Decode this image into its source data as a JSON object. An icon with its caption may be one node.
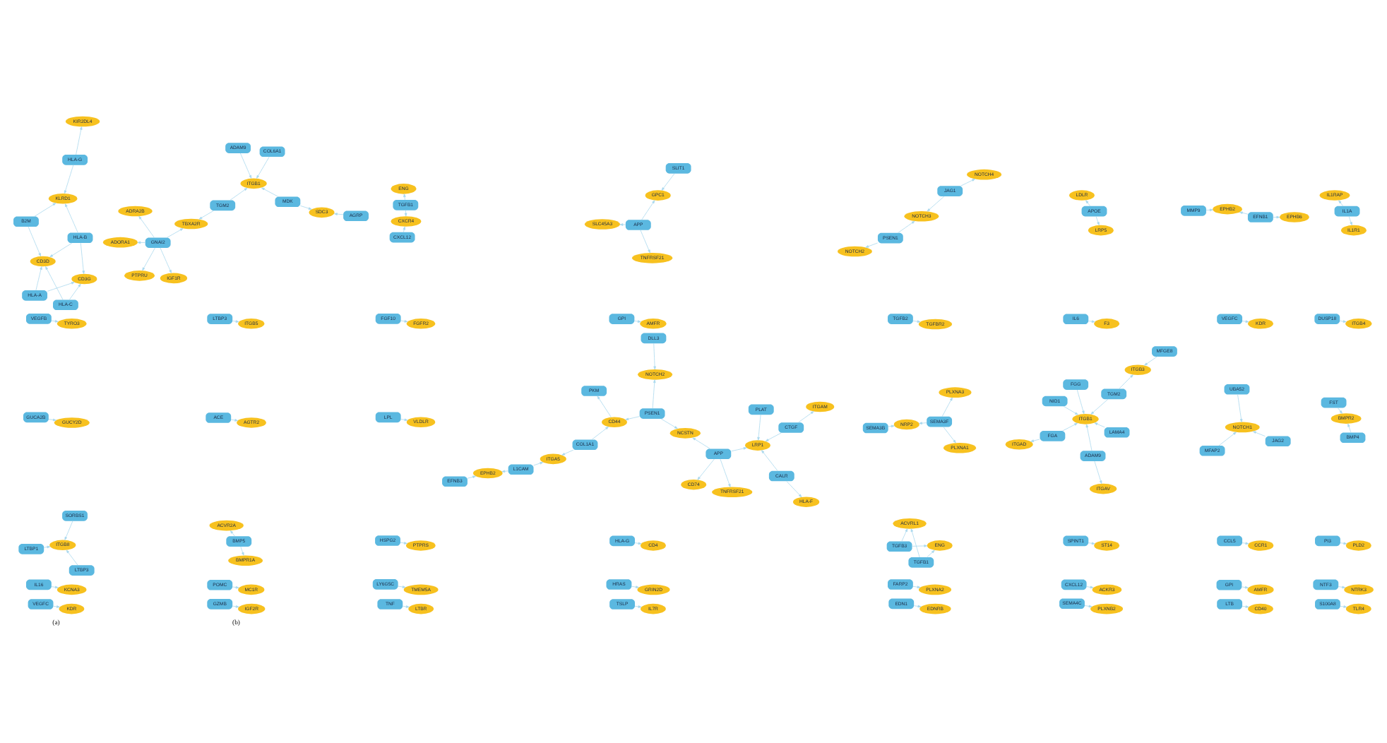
{
  "diagram": {
    "nodes": [
      {
        "text": [
          "KIR2DL4"
        ]
      },
      {
        "text": [
          "HLA-G"
        ]
      },
      {
        "text": [
          "ADAM9"
        ]
      },
      {
        "text": [
          "COL6A1"
        ]
      },
      {
        "text": [
          "KLRD1"
        ]
      },
      {
        "text": [
          "B2M"
        ]
      },
      {
        "text": [
          "PTPRU"
        ]
      },
      {
        "text": [
          "TGM2"
        ]
      },
      {
        "text": [
          "ITGB1"
        ]
      },
      {
        "text": [
          "HLA-B"
        ]
      },
      {
        "text": [
          "CD3D"
        ]
      },
      {
        "text": [
          "ADRA2B"
        ]
      },
      {
        "text": [
          "GNAI2"
        ]
      },
      {
        "text": [
          "TBXA2R"
        ]
      },
      {
        "text": [
          "MDK"
        ]
      },
      {
        "text": [
          "SDC3"
        ]
      },
      {
        "text": [
          "HLA-A"
        ]
      },
      {
        "text": [
          "HLA-C"
        ]
      },
      {
        "text": [
          "IGF1R"
        ]
      },
      {
        "text": [
          "ADORA1"
        ]
      },
      {
        "text": [
          "CD3G"
        ]
      },
      {
        "text": [
          "AGRP"
        ]
      },
      {
        "text": [
          "CXCL12"
        ]
      },
      {
        "text": [
          "SLC45A3"
        ]
      },
      {
        "text": [
          "NOTCH2"
        ]
      },
      {
        "text": [
          "NOTCH4"
        ]
      },
      {
        "text": [
          "CXCR4"
        ]
      },
      {
        "text": [
          "PSEN1"
        ]
      },
      {
        "text": [
          "JAG1"
        ]
      },
      {
        "text": [
          "NOTCH3"
        ]
      },
      {
        "text": [
          "APP"
        ]
      },
      {
        "text": [
          "TNFRSF21"
        ]
      },
      {
        "text": [
          "TGFB1"
        ]
      },
      {
        "text": [
          "LDLR"
        ]
      },
      {
        "text": [
          "GPC1"
        ]
      },
      {
        "text": [
          "APOE"
        ]
      },
      {
        "text": [
          "MMP9"
        ]
      },
      {
        "text": [
          "IL1RAP"
        ]
      },
      {
        "text": [
          "ENG"
        ]
      },
      {
        "text": [
          "EPHB6"
        ]
      },
      {
        "text": [
          "EFNB1"
        ]
      },
      {
        "text": [
          "EPHB2"
        ]
      },
      {
        "text": [
          "SLIT1"
        ]
      },
      {
        "text": [
          "LRP5"
        ]
      },
      {
        "text": [
          "IL1A"
        ]
      },
      {
        "text": [
          "IL1R1"
        ]
      },
      {
        "text": [
          "VEGFB"
        ]
      },
      {
        "text": [
          "LTBP3"
        ]
      },
      {
        "text": [
          "FGF10"
        ]
      },
      {
        "text": [
          "GPI"
        ]
      },
      {
        "text": [
          "TGFB2"
        ]
      },
      {
        "text": [
          "IL6"
        ]
      },
      {
        "text": [
          "VEGFC"
        ]
      },
      {
        "text": [
          "DUSP18"
        ]
      },
      {
        "text": [
          "GUCA2B"
        ]
      },
      {
        "text": [
          "ACE"
        ]
      },
      {
        "text": [
          "LPL"
        ]
      },
      {
        "text": [
          "TYRO3"
        ]
      },
      {
        "text": [
          "ITGB5"
        ]
      },
      {
        "text": [
          "FGFR2"
        ]
      },
      {
        "text": [
          "AMFR"
        ]
      },
      {
        "text": [
          "TGFBR2"
        ]
      },
      {
        "text": [
          "F3"
        ]
      },
      {
        "text": [
          "KDR"
        ]
      },
      {
        "text": [
          "ITGB4"
        ]
      },
      {
        "text": [
          "GUCY2D"
        ]
      },
      {
        "text": [
          "AGTR2"
        ]
      },
      {
        "text": [
          "VLDLR"
        ]
      },
      {
        "text": [
          "EFNB3"
        ]
      },
      {
        "text": [
          "ITGAM"
        ]
      },
      {
        "text": [
          "L1CAM"
        ]
      },
      {
        "text": [
          "EPHB2"
        ]
      },
      {
        "text": [
          "HLA-F"
        ]
      },
      {
        "text": [
          "CTGF"
        ]
      },
      {
        "text": [
          "APP"
        ]
      },
      {
        "text": [
          "LRP1"
        ]
      },
      {
        "text": [
          "COL1A1"
        ]
      },
      {
        "text": [
          "ITGA5"
        ]
      },
      {
        "text": [
          "CD74"
        ]
      },
      {
        "text": [
          "PSEN1"
        ]
      },
      {
        "text": [
          "NCSTN"
        ]
      },
      {
        "text": [
          "CD44"
        ]
      },
      {
        "text": [
          "PKM"
        ]
      },
      {
        "text": [
          "TNFRSF21"
        ]
      },
      {
        "text": [
          "CALR"
        ]
      },
      {
        "text": [
          "PLAT"
        ]
      },
      {
        "text": [
          "NOTCH2"
        ]
      },
      {
        "text": [
          "SEMA3B"
        ]
      },
      {
        "text": [
          "ITGAD"
        ]
      },
      {
        "text": [
          "DLL3"
        ]
      },
      {
        "text": [
          "NRP2"
        ]
      },
      {
        "text": [
          "PLXNA1"
        ]
      },
      {
        "text": [
          "MFGE8"
        ]
      },
      {
        "text": [
          "FGA"
        ]
      },
      {
        "text": [
          "NID1"
        ]
      },
      {
        "text": [
          "SEMA3F"
        ]
      },
      {
        "text": [
          "MFAP2"
        ]
      },
      {
        "text": [
          "ITGB3"
        ]
      },
      {
        "text": [
          "TGM2"
        ]
      },
      {
        "text": [
          "ITGB1"
        ]
      },
      {
        "text": [
          "LAMA4"
        ]
      },
      {
        "text": [
          "FST"
        ]
      },
      {
        "text": [
          "PLXNA3"
        ]
      },
      {
        "text": [
          "JAG2"
        ]
      },
      {
        "text": [
          "NOTCH1"
        ]
      },
      {
        "text": [
          "FGG"
        ]
      },
      {
        "text": [
          "BMPR2"
        ]
      },
      {
        "text": [
          "ADAM9"
        ]
      },
      {
        "text": [
          "UBA52"
        ]
      },
      {
        "text": [
          "BMP4"
        ]
      },
      {
        "text": [
          "ITGAV"
        ]
      },
      {
        "text": [
          "LTBP1"
        ]
      },
      {
        "text": [
          "ITGB8"
        ]
      },
      {
        "text": [
          "LTBP3"
        ]
      },
      {
        "text": [
          "ACVR2A"
        ]
      },
      {
        "text": [
          "HSPG2"
        ]
      },
      {
        "text": [
          "HLA-G"
        ]
      },
      {
        "text": [
          "TGFB3"
        ]
      },
      {
        "text": [
          "ENG"
        ]
      },
      {
        "text": [
          "BMP5"
        ]
      },
      {
        "text": [
          "SORBS1"
        ]
      },
      {
        "text": [
          "BMPR1A"
        ]
      },
      {
        "text": [
          "PTPRS"
        ]
      },
      {
        "text": [
          "CD4"
        ]
      },
      {
        "text": [
          "TGFB1"
        ]
      },
      {
        "text": [
          "ACVRL1"
        ]
      },
      {
        "text": [
          "SPINT1"
        ]
      },
      {
        "text": [
          "CCL5"
        ]
      },
      {
        "text": [
          "PI3"
        ]
      },
      {
        "text": [
          "IL16"
        ]
      },
      {
        "text": [
          "POMC"
        ]
      },
      {
        "text": [
          "LY6G5C"
        ]
      },
      {
        "text": [
          "HRAS"
        ]
      },
      {
        "text": [
          "FARP2"
        ]
      },
      {
        "text": [
          "CXCL12"
        ]
      },
      {
        "text": [
          "GPI"
        ]
      },
      {
        "text": [
          "ST14"
        ]
      },
      {
        "text": [
          "CCR1"
        ]
      },
      {
        "text": [
          "PLD2"
        ]
      },
      {
        "text": [
          "KCNA3"
        ]
      },
      {
        "text": [
          "MC1R"
        ]
      },
      {
        "text": [
          "TMEM5A"
        ]
      },
      {
        "text": [
          "GRIN2D"
        ]
      },
      {
        "text": [
          "PLXNA2"
        ]
      },
      {
        "text": [
          "ACKR3"
        ]
      },
      {
        "text": [
          "AMFR"
        ]
      },
      {
        "text": [
          "NTF3"
        ]
      },
      {
        "text": [
          "VEGFC"
        ]
      },
      {
        "text": [
          "GZMB"
        ]
      },
      {
        "text": [
          "TNF"
        ]
      },
      {
        "text": [
          "TSLP"
        ]
      },
      {
        "text": [
          "EDN1"
        ]
      },
      {
        "text": [
          "SEMA4C"
        ]
      },
      {
        "text": [
          "LTB"
        ]
      },
      {
        "text": [
          "S100A8"
        ]
      },
      {
        "text": [
          "NTRK3"
        ]
      },
      {
        "text": [
          "KDR"
        ]
      },
      {
        "text": [
          "IGF2R"
        ]
      },
      {
        "text": [
          "LTBR"
        ]
      },
      {
        "text": [
          "IL7R"
        ]
      },
      {
        "text": [
          "EDNRB"
        ]
      },
      {
        "text": [
          "PLXNB2"
        ]
      },
      {
        "text": [
          "CD40"
        ]
      },
      {
        "text": [
          "TLR4"
        ]
      }
    ],
    "edges": [
      {
        "from": 1,
        "to": 0,
        "arrow": "to"
      },
      {
        "from": 1,
        "to": 4,
        "arrow": "to"
      },
      {
        "from": 2,
        "to": 8,
        "arrow": "to"
      },
      {
        "from": 3,
        "to": 8,
        "arrow": "to"
      },
      {
        "from": 7,
        "to": 8,
        "arrow": "to"
      },
      {
        "from": 7,
        "to": 13,
        "arrow": "to"
      },
      {
        "from": 14,
        "to": 8,
        "arrow": "to"
      },
      {
        "from": 14,
        "to": 15,
        "arrow": "to"
      },
      {
        "from": 21,
        "to": 15,
        "arrow": "to"
      },
      {
        "from": 12,
        "to": 6,
        "arrow": "to"
      },
      {
        "from": 12,
        "to": 11,
        "arrow": "to"
      },
      {
        "from": 12,
        "to": 13,
        "arrow": "to"
      },
      {
        "from": 12,
        "to": 18,
        "arrow": "to"
      },
      {
        "from": 12,
        "to": 19,
        "arrow": "to"
      },
      {
        "from": 5,
        "to": 4,
        "arrow": "to"
      },
      {
        "from": 5,
        "to": 10,
        "arrow": "to"
      },
      {
        "from": 9,
        "to": 4,
        "arrow": "to"
      },
      {
        "from": 9,
        "to": 10,
        "arrow": "to"
      },
      {
        "from": 9,
        "to": 20,
        "arrow": "to"
      },
      {
        "from": 16,
        "to": 10,
        "arrow": "to"
      },
      {
        "from": 16,
        "to": 20,
        "arrow": "to"
      },
      {
        "from": 17,
        "to": 10,
        "arrow": "to"
      },
      {
        "from": 17,
        "to": 20,
        "arrow": "to"
      },
      {
        "from": 22,
        "to": 26,
        "arrow": "to"
      },
      {
        "from": 32,
        "to": 26,
        "arrow": "to"
      },
      {
        "from": 32,
        "to": 38,
        "arrow": "to"
      },
      {
        "from": 30,
        "to": 23,
        "arrow": "to"
      },
      {
        "from": 30,
        "to": 31,
        "arrow": "to"
      },
      {
        "from": 30,
        "to": 34,
        "arrow": "to"
      },
      {
        "from": 42,
        "to": 34,
        "arrow": "to"
      },
      {
        "from": 27,
        "to": 24,
        "arrow": "to"
      },
      {
        "from": 27,
        "to": 29,
        "arrow": "to"
      },
      {
        "from": 28,
        "to": 29,
        "arrow": "to"
      },
      {
        "from": 28,
        "to": 25,
        "arrow": "to"
      },
      {
        "from": 40,
        "to": 39,
        "arrow": "to"
      },
      {
        "from": 40,
        "to": 41,
        "arrow": "to"
      },
      {
        "from": 36,
        "to": 41,
        "arrow": "to"
      },
      {
        "from": 35,
        "to": 33,
        "arrow": "to"
      },
      {
        "from": 35,
        "to": 43,
        "arrow": "to"
      },
      {
        "from": 44,
        "to": 37,
        "arrow": "to"
      },
      {
        "from": 44,
        "to": 45,
        "arrow": "to"
      },
      {
        "from": 46,
        "to": 57,
        "arrow": "to"
      },
      {
        "from": 47,
        "to": 58,
        "arrow": "to"
      },
      {
        "from": 48,
        "to": 59,
        "arrow": "to"
      },
      {
        "from": 49,
        "to": 60,
        "arrow": "to"
      },
      {
        "from": 50,
        "to": 61,
        "arrow": "to"
      },
      {
        "from": 51,
        "to": 62,
        "arrow": "to"
      },
      {
        "from": 52,
        "to": 63,
        "arrow": "to"
      },
      {
        "from": 53,
        "to": 64,
        "arrow": "to"
      },
      {
        "from": 54,
        "to": 65,
        "arrow": "to"
      },
      {
        "from": 55,
        "to": 66,
        "arrow": "to"
      },
      {
        "from": 56,
        "to": 67,
        "arrow": "to"
      },
      {
        "from": 73,
        "to": 69,
        "arrow": "to"
      },
      {
        "from": 73,
        "to": 75,
        "arrow": "to"
      },
      {
        "from": 84,
        "to": 72,
        "arrow": "to"
      },
      {
        "from": 74,
        "to": 75,
        "arrow": "to"
      },
      {
        "from": 74,
        "to": 78,
        "arrow": "to"
      },
      {
        "from": 74,
        "to": 83,
        "arrow": "to"
      },
      {
        "from": 74,
        "to": 80,
        "arrow": "to"
      },
      {
        "from": 84,
        "to": 75,
        "arrow": "to"
      },
      {
        "from": 85,
        "to": 75,
        "arrow": "to"
      },
      {
        "from": 79,
        "to": 80,
        "arrow": "to"
      },
      {
        "from": 79,
        "to": 86,
        "arrow": "to"
      },
      {
        "from": 79,
        "to": 81,
        "arrow": "to"
      },
      {
        "from": 76,
        "to": 81,
        "arrow": "to"
      },
      {
        "from": 76,
        "to": 77,
        "arrow": "to"
      },
      {
        "from": 70,
        "to": 71,
        "arrow": "to"
      },
      {
        "from": 70,
        "to": 77,
        "arrow": "to"
      },
      {
        "from": 68,
        "to": 71,
        "arrow": "to"
      },
      {
        "from": 81,
        "to": 82,
        "arrow": "to"
      },
      {
        "from": 89,
        "to": 86,
        "arrow": "to"
      },
      {
        "from": 87,
        "to": 90,
        "arrow": "to"
      },
      {
        "from": 95,
        "to": 90,
        "arrow": "to"
      },
      {
        "from": 95,
        "to": 91,
        "arrow": "to"
      },
      {
        "from": 95,
        "to": 102,
        "arrow": "to"
      },
      {
        "from": 93,
        "to": 88,
        "arrow": "to"
      },
      {
        "from": 92,
        "to": 97,
        "arrow": "to"
      },
      {
        "from": 98,
        "to": 97,
        "arrow": "to"
      },
      {
        "from": 98,
        "to": 99,
        "arrow": "to"
      },
      {
        "from": 93,
        "to": 99,
        "arrow": "to"
      },
      {
        "from": 94,
        "to": 99,
        "arrow": "to"
      },
      {
        "from": 100,
        "to": 99,
        "arrow": "to"
      },
      {
        "from": 105,
        "to": 99,
        "arrow": "to"
      },
      {
        "from": 107,
        "to": 99,
        "arrow": "to"
      },
      {
        "from": 107,
        "to": 110,
        "arrow": "to"
      },
      {
        "from": 101,
        "to": 106,
        "arrow": "to"
      },
      {
        "from": 109,
        "to": 106,
        "arrow": "to"
      },
      {
        "from": 103,
        "to": 104,
        "arrow": "to"
      },
      {
        "from": 96,
        "to": 104,
        "arrow": "to"
      },
      {
        "from": 108,
        "to": 104,
        "arrow": "to"
      },
      {
        "from": 111,
        "to": 112,
        "arrow": "to"
      },
      {
        "from": 113,
        "to": 112,
        "arrow": "to"
      },
      {
        "from": 120,
        "to": 112,
        "arrow": "to"
      },
      {
        "from": 117,
        "to": 118,
        "arrow": "to"
      },
      {
        "from": 117,
        "to": 125,
        "arrow": "to"
      },
      {
        "from": 124,
        "to": 118,
        "arrow": "to"
      },
      {
        "from": 124,
        "to": 125,
        "arrow": "to"
      },
      {
        "from": 119,
        "to": 114,
        "arrow": "to"
      },
      {
        "from": 119,
        "to": 121,
        "arrow": "to"
      },
      {
        "from": 115,
        "to": 122,
        "arrow": "to"
      },
      {
        "from": 116,
        "to": 123,
        "arrow": "to"
      },
      {
        "from": 126,
        "to": 136,
        "arrow": "to"
      },
      {
        "from": 127,
        "to": 137,
        "arrow": "to"
      },
      {
        "from": 128,
        "to": 138,
        "arrow": "to"
      },
      {
        "from": 129,
        "to": 139,
        "arrow": "to"
      },
      {
        "from": 130,
        "to": 140,
        "arrow": "to"
      },
      {
        "from": 131,
        "to": 141,
        "arrow": "to"
      },
      {
        "from": 132,
        "to": 142,
        "arrow": "to"
      },
      {
        "from": 133,
        "to": 143,
        "arrow": "to"
      },
      {
        "from": 134,
        "to": 144,
        "arrow": "to"
      },
      {
        "from": 135,
        "to": 145,
        "arrow": "to"
      },
      {
        "from": 146,
        "to": 155,
        "arrow": "to"
      },
      {
        "from": 147,
        "to": 156,
        "arrow": "to"
      },
      {
        "from": 148,
        "to": 157,
        "arrow": "to"
      },
      {
        "from": 149,
        "to": 158,
        "arrow": "to"
      },
      {
        "from": 150,
        "to": 159,
        "arrow": "to"
      },
      {
        "from": 151,
        "to": 160,
        "arrow": "to"
      },
      {
        "from": 152,
        "to": 161,
        "arrow": "to"
      },
      {
        "from": 153,
        "to": 162,
        "arrow": "to"
      },
      {
        "from": 154,
        "to": 163,
        "arrow": "to"
      }
    ],
    "labels": [
      "(a)",
      "(b)"
    ]
  }
}
